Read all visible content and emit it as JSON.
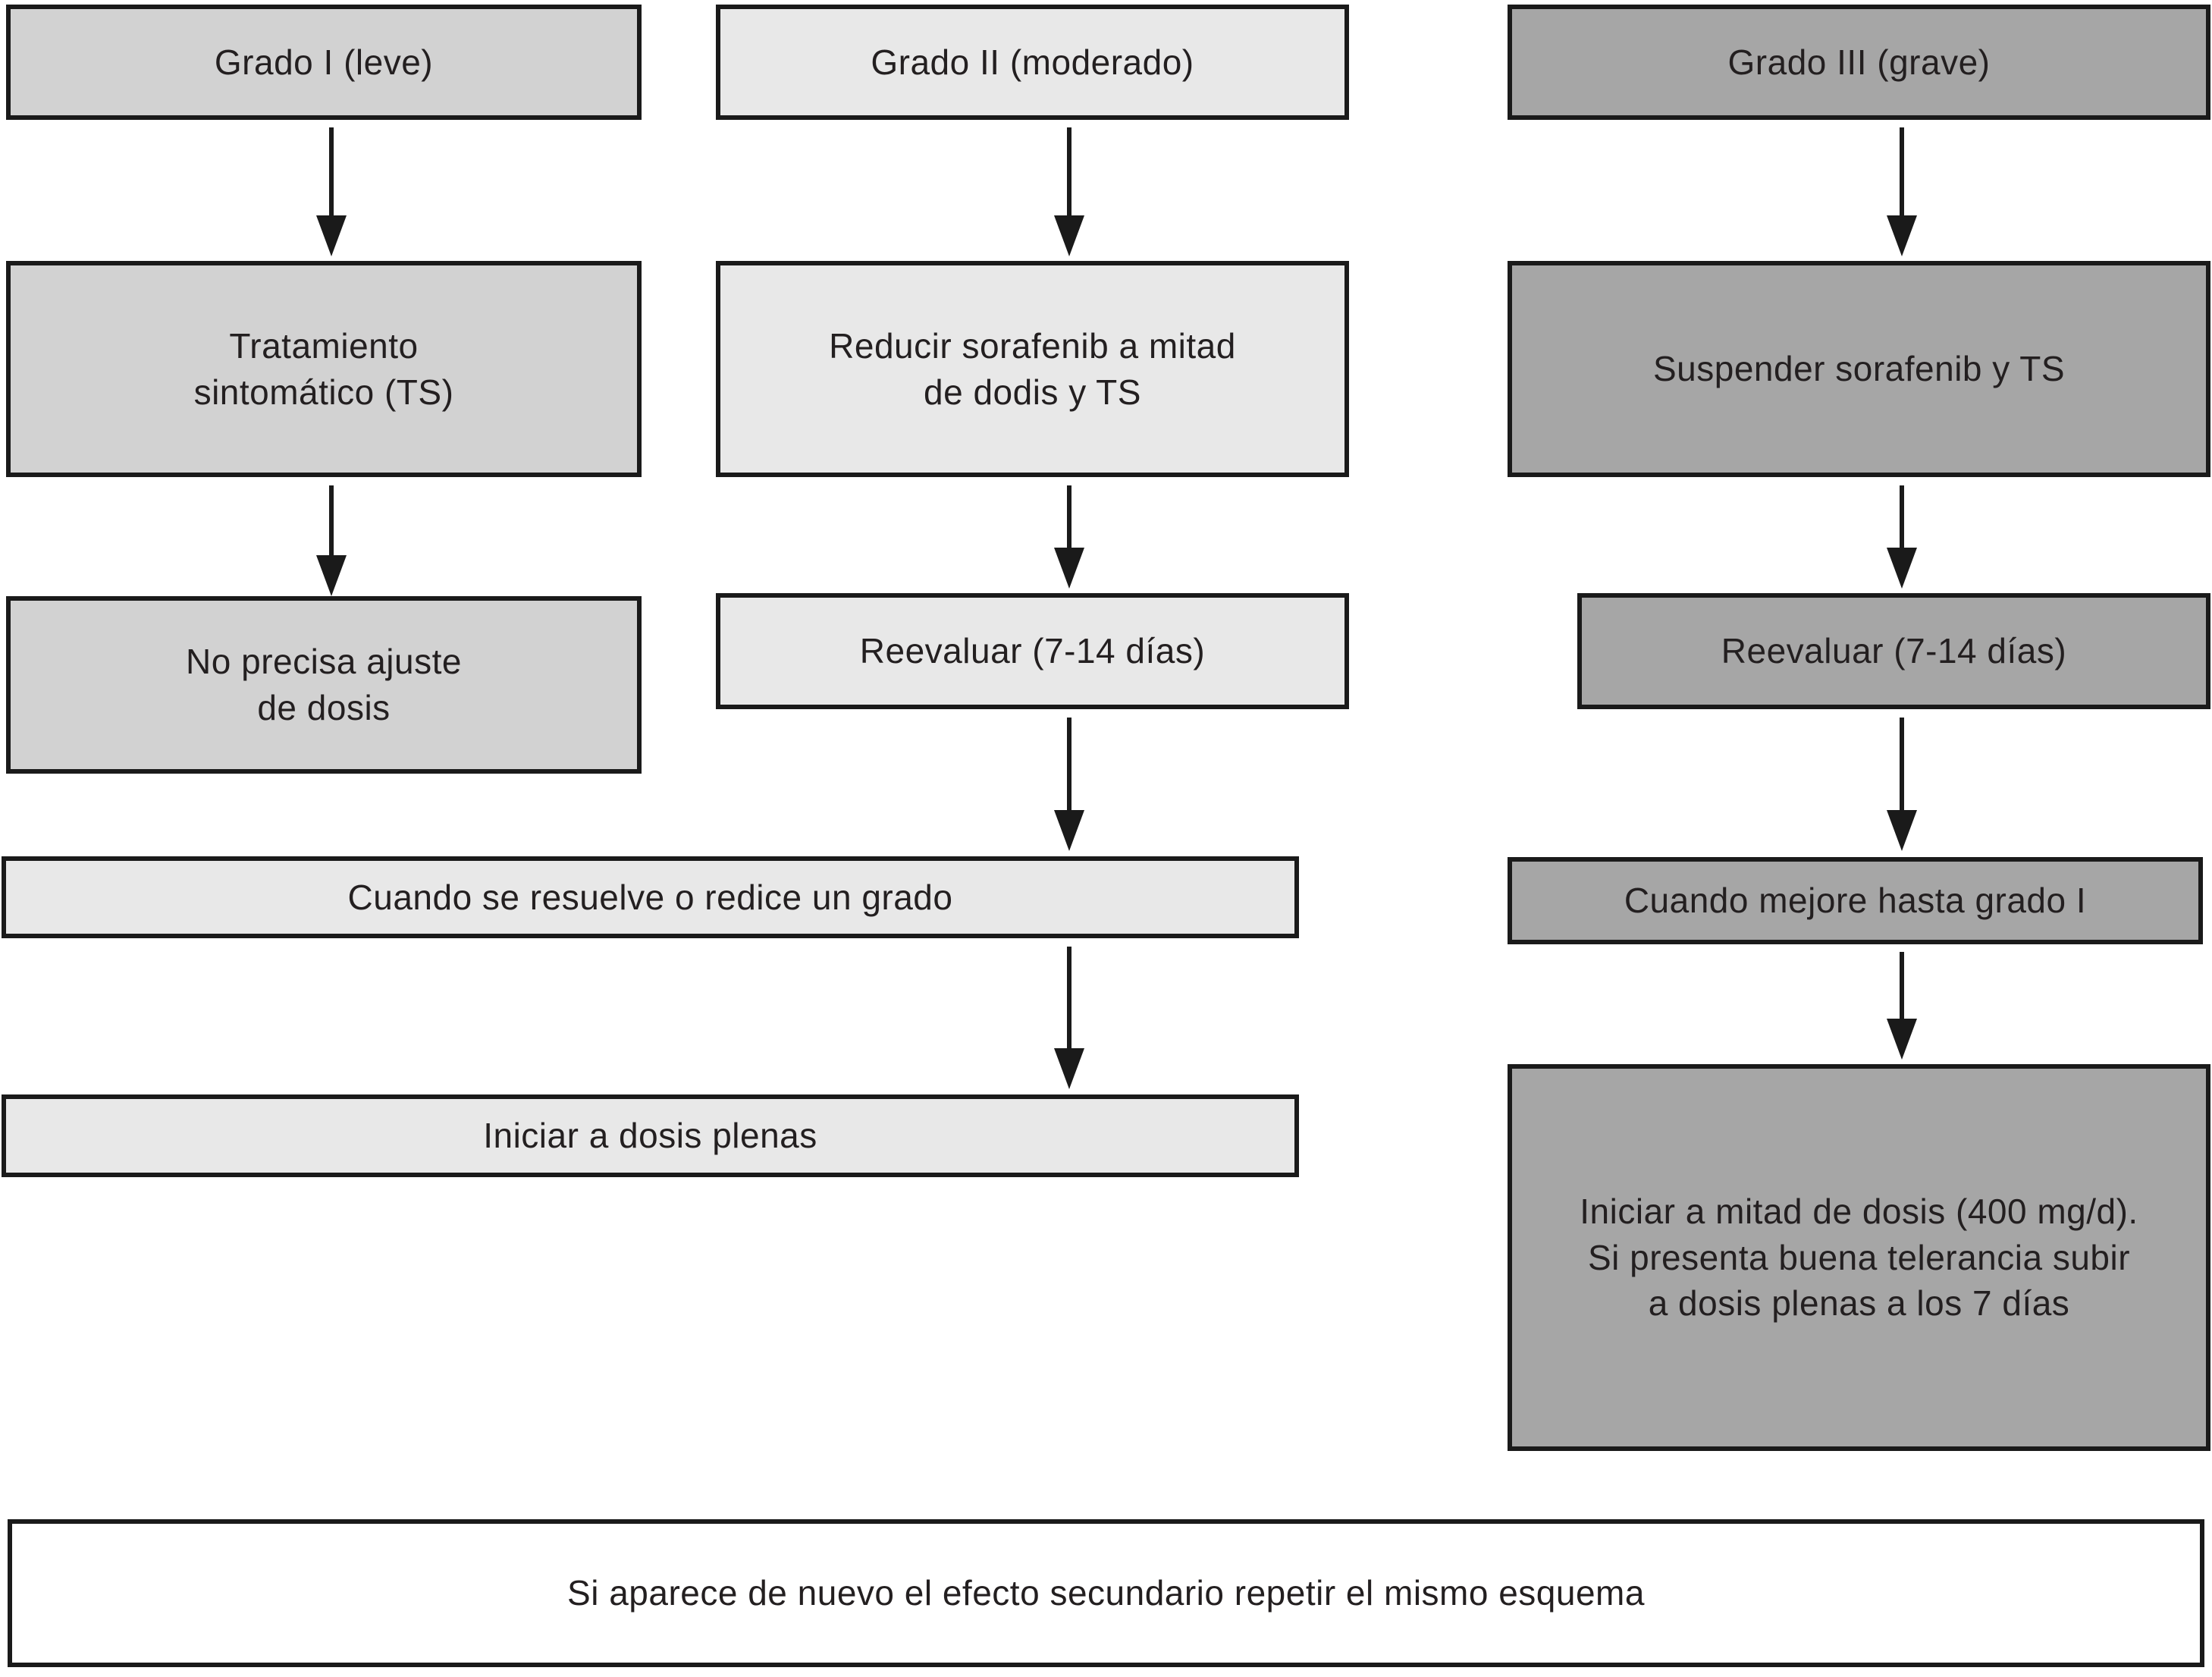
{
  "colors": {
    "grade1_fill": "#d2d2d2",
    "grade2_fill": "#e8e8e8",
    "grade3_fill": "#a6a6a6",
    "note_fill": "#ffffff",
    "border": "#1a1a1a",
    "text": "#231f20"
  },
  "nodes": {
    "grade1_header": {
      "label": "Grado I (leve)"
    },
    "grade2_header": {
      "label": "Grado II (moderado)"
    },
    "grade3_header": {
      "label": "Grado III (grave)"
    },
    "grade1_treatment": {
      "label": "Tratamiento\nsintomático (TS)"
    },
    "grade2_reduce": {
      "label": "Reducir sorafenib a mitad\nde dodis y TS"
    },
    "grade3_suspend": {
      "label": "Suspender sorafenib y TS"
    },
    "grade1_no_adjust": {
      "label": "No precisa ajuste\nde dosis"
    },
    "grade2_reevaluate": {
      "label": "Reevaluar (7-14 días)"
    },
    "grade3_reevaluate": {
      "label": "Reevaluar (7-14 días)"
    },
    "grade2_resolve": {
      "label": "Cuando se resuelve o redice un grado"
    },
    "grade3_improve": {
      "label": "Cuando mejore hasta grado I"
    },
    "grade2_restart": {
      "label": "Iniciar a dosis plenas"
    },
    "grade3_restart": {
      "label": "Iniciar a mitad de dosis (400 mg/d).\nSi presenta buena telerancia subir\na dosis plenas a los 7 días"
    },
    "note": {
      "label": "Si aparece de nuevo el efecto secundario repetir el mismo esquema"
    }
  }
}
